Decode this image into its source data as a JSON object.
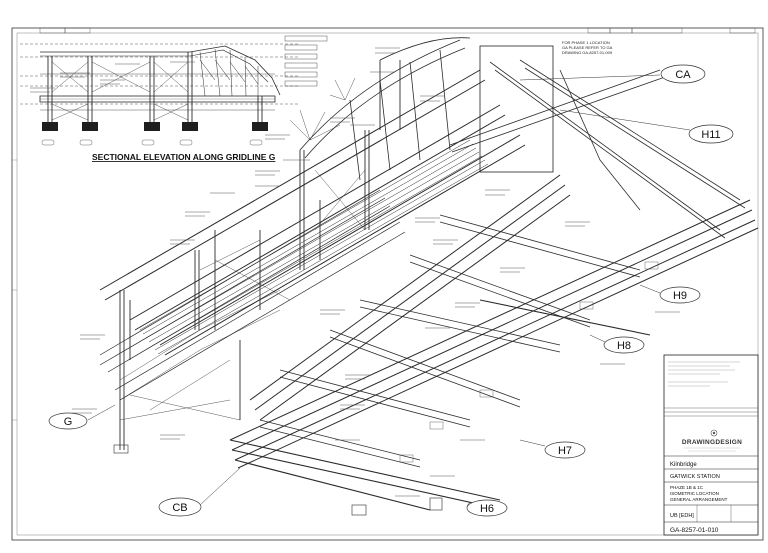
{
  "drawing": {
    "sectional_elevation_title": "SECTIONAL ELEVATION ALONG GRIDLINE G",
    "phase_note": [
      "FOR PHASE 1 LOCATION",
      "GA PLEASE REFER TO GA",
      "DRAWING GA-8257-01-009"
    ],
    "gridlines": {
      "CA": "CA",
      "H11": "H11",
      "H9": "H9",
      "H8": "H8",
      "H7": "H7",
      "H6": "H6",
      "G": "G",
      "CB": "CB"
    }
  },
  "title_block": {
    "company": "DRAWINGDESIGN",
    "client": "Kilnbridge",
    "project": "GATWICK STATION",
    "title_lines": [
      "PHAZE 1B & 1C",
      "ISOMETRIC LOCATION",
      "GENERAL ARRANGEMENT"
    ],
    "size_code": "UB [EDH]",
    "drawing_number": "GA-8257-01-010"
  },
  "colors": {
    "line": "#2b2b2b",
    "paper": "#ffffff"
  }
}
